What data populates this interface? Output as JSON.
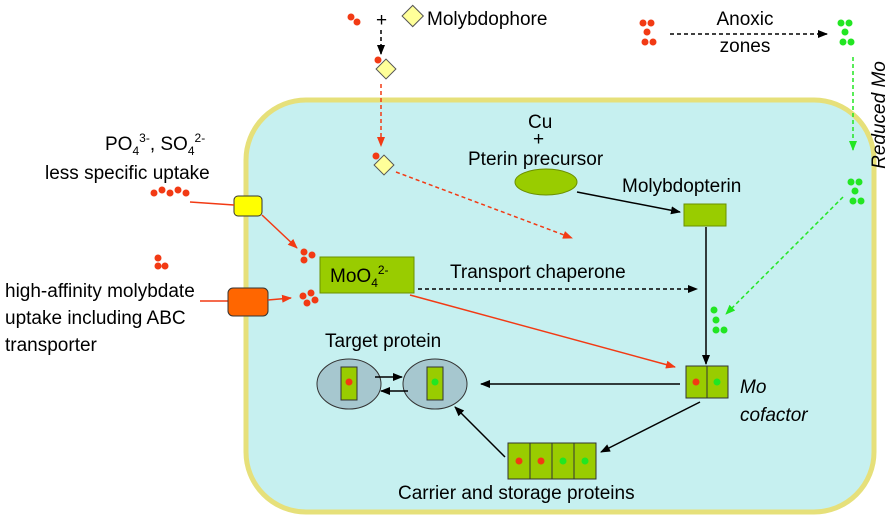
{
  "labels": {
    "plus": "+",
    "molybdophore": "Molybdophore",
    "anoxic": "Anoxic",
    "zones": "zones",
    "reduced_mo": "Reduced Mo",
    "anion_po": "PO",
    "anion_po_sub": "4",
    "anion_po_sup": "3-",
    "anion_sep": ", SO",
    "anion_so_sub": "4",
    "anion_so_sup": "2-",
    "less_specific": "less specific uptake",
    "high_affinity_1": "high-affinity molybdate",
    "high_affinity_2": "uptake including ABC",
    "high_affinity_3": "transporter",
    "cu": "Cu",
    "pterin_plus": "+",
    "pterin_precursor": "Pterin precursor",
    "molybdopterin": "Molybdopterin",
    "moo4_base": "MoO",
    "moo4_sub": "4",
    "moo4_sup": "2-",
    "transport_chaperone": "Transport chaperone",
    "target_protein": "Target protein",
    "mo": "Mo",
    "cofactor": "cofactor",
    "carrier_storage": "Carrier and storage proteins"
  },
  "colors": {
    "cell_fill": "#c6f0f0",
    "cell_border": "#e6e07a",
    "red_dot": "#f23a14",
    "green_dot": "#22e622",
    "olive_box": "#99cc00",
    "diamond": "#ffff99",
    "yellow_transporter": "#ffff00",
    "orange_transporter": "#ff6600",
    "target_ellipse": "#a6c7cf",
    "red_arrow": "#f23a14",
    "green_arrow": "#22e622"
  }
}
